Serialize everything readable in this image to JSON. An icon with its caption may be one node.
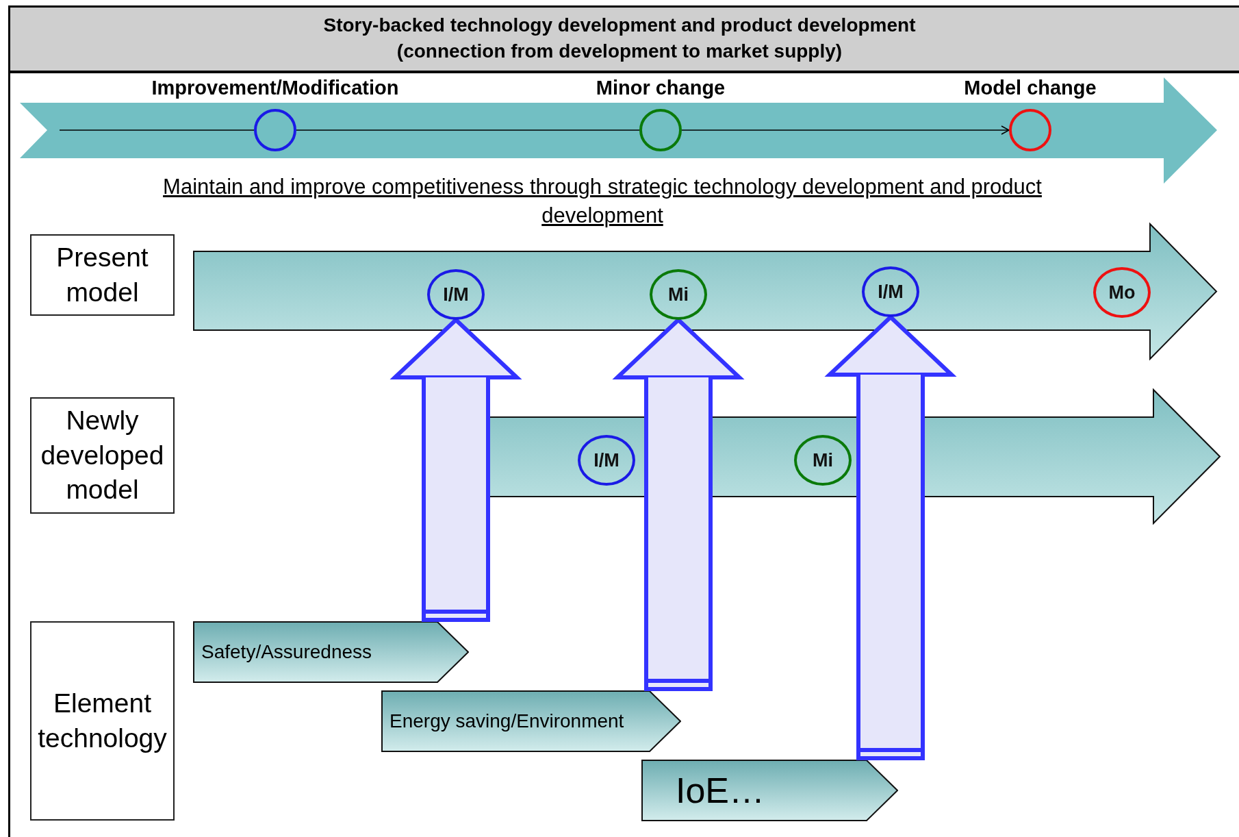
{
  "diagram": {
    "title": "Story-backed technology development and product development (connection from development to market supply)",
    "nodes": [
      {
        "text": [
          "Improvement/Modification"
        ]
      },
      {
        "text": [
          "Minor change"
        ]
      },
      {
        "text": [
          "Model change"
        ]
      },
      {
        "text": [
          "Present model"
        ]
      },
      {
        "text": [
          "Newly developed model"
        ]
      },
      {
        "text": [
          "Element technology"
        ]
      },
      {
        "text": [],
        "shape": "arrow"
      },
      {
        "text": [
          "I/M"
        ],
        "in": 6
      },
      {
        "text": [
          "Mi"
        ],
        "in": 6
      },
      {
        "text": [
          "I/M"
        ],
        "in": 6
      },
      {
        "text": [
          "Mo"
        ],
        "in": 6
      },
      {
        "text": [],
        "shape": "arrow"
      },
      {
        "text": [
          "I/M"
        ],
        "in": 11
      },
      {
        "text": [
          "Mi"
        ],
        "in": 11
      },
      {
        "text": [
          "Safety/Assuredness"
        ]
      },
      {
        "text": [
          "Energy saving/Environment"
        ]
      },
      {
        "text": [
          "IoE…"
        ]
      }
    ],
    "edges": [
      {
        "from": null,
        "to": 0,
        "arrow": "none"
      },
      {
        "from": 0,
        "to": 1,
        "arrow": "none"
      },
      {
        "from": 1,
        "to": 2,
        "arrow": "to"
      },
      {
        "from": 14,
        "to": 7,
        "arrow": "to",
        "style": "thick",
        "color": "#3333ff"
      },
      {
        "from": 15,
        "to": 8,
        "arrow": "to",
        "style": "thick",
        "color": "#3333ff"
      },
      {
        "from": 16,
        "to": 9,
        "arrow": "to",
        "style": "thick",
        "color": "#3333ff"
      }
    ],
    "labels": [
      "Maintain and improve competitiveness through strategic technology development and product development"
    ]
  }
}
